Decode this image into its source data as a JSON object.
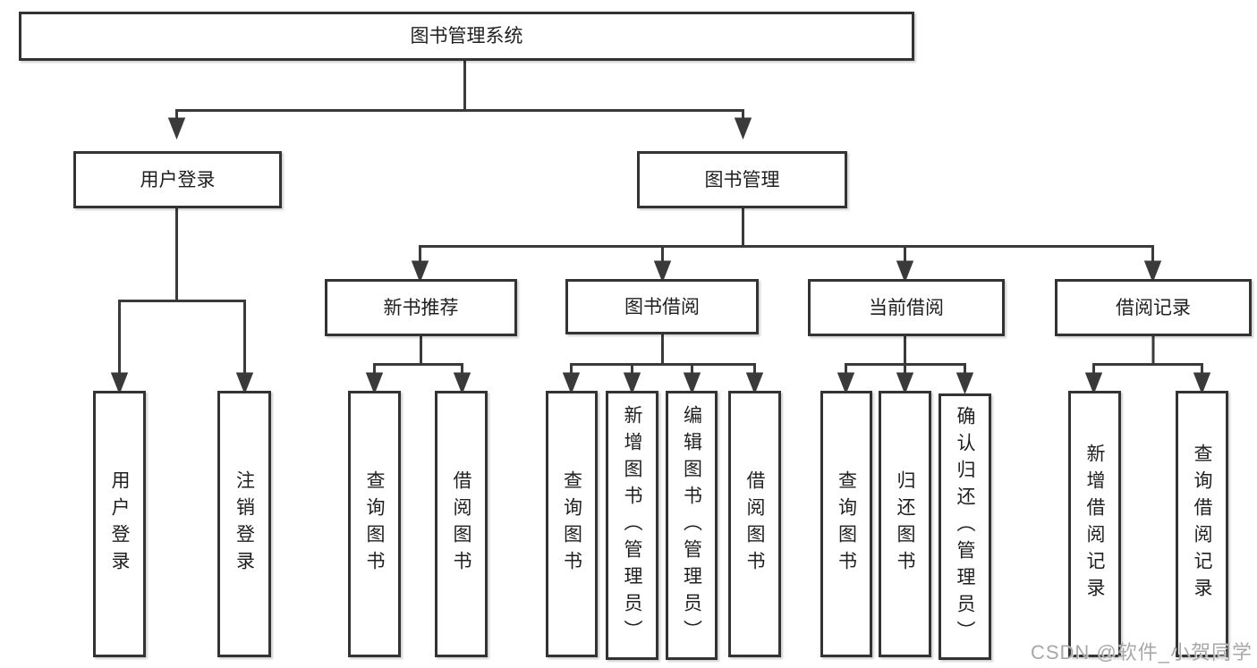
{
  "colors": {
    "line": "#3a3a3a",
    "border": "#333333",
    "text": "#1f1f1f",
    "watermark": "#a8a8a8",
    "background": "#ffffff"
  },
  "watermark": {
    "text": "CSDN @软件_小贺同学"
  },
  "nodes": {
    "root": "图书管理系统",
    "user_login": "用户登录",
    "book_mgmt": "图书管理",
    "new_book_rec": "新书推荐",
    "book_borrow": "图书借阅",
    "current_borrow": "当前借阅",
    "borrow_records": "借阅记录",
    "ul_login": "用户登录",
    "ul_logout": "注销登录",
    "nbr_query": "查询图书",
    "nbr_borrow": "借阅图书",
    "bb_query": "查询图书",
    "bb_add": "新增图书（管理员）",
    "bb_edit": "编辑图书（管理员）",
    "bb_borrow": "借阅图书",
    "cb_query": "查询图书",
    "cb_return": "归还图书",
    "cb_confirm": "确认归还（管理员）",
    "br_add": "新增借阅记录",
    "br_query": "查询借阅记录"
  }
}
